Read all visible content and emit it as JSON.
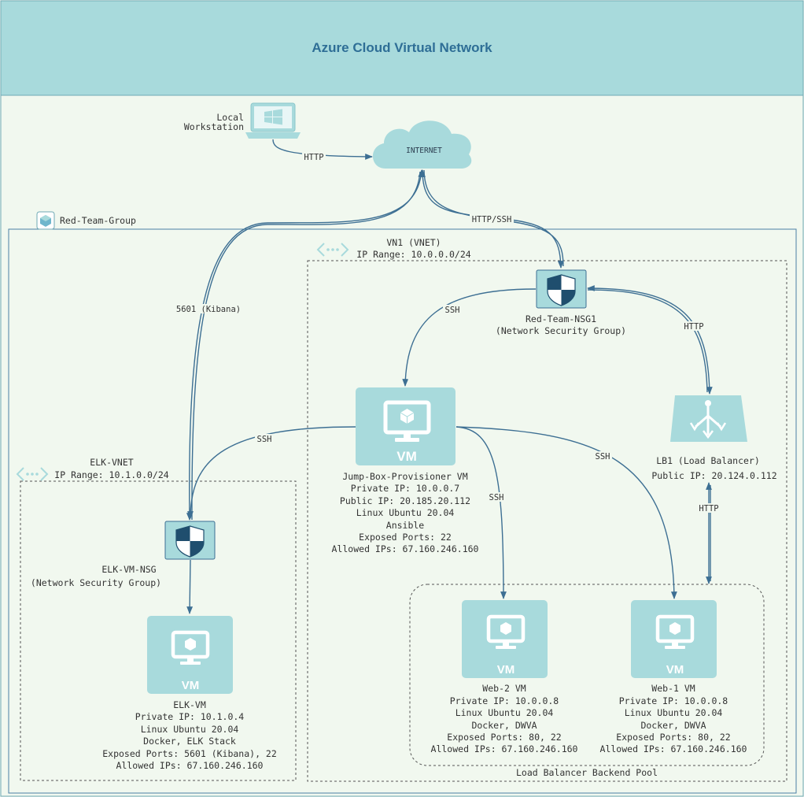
{
  "title": "Azure Cloud Virtual Network",
  "nodes": {
    "workstation": {
      "label_lines": [
        "Local",
        "Workstation"
      ]
    },
    "internet": {
      "label": "INTERNET"
    },
    "resource_group": {
      "label": "Red-Team-Group"
    },
    "vnet1": {
      "name": "VN1 (VNET)",
      "ip_range": "IP Range: 10.0.0.0/24"
    },
    "elk_vnet": {
      "name": "ELK-VNET",
      "ip_range": "IP Range: 10.1.0.0/24"
    },
    "nsg1": {
      "label_lines": [
        "Red-Team-NSG1",
        "(Network Security Group)"
      ]
    },
    "elk_nsg": {
      "label_lines": [
        "ELK-VM-NSG",
        "(Network Security Group)"
      ]
    },
    "jump_box": {
      "icon_text": "VM",
      "label_lines": [
        "Jump-Box-Provisioner VM",
        "Private IP: 10.0.0.7",
        "Public IP: 20.185.20.112",
        "Linux Ubuntu 20.04",
        "Ansible",
        "Exposed Ports: 22",
        "Allowed IPs: 67.160.246.160"
      ]
    },
    "elk_vm": {
      "icon_text": "VM",
      "label_lines": [
        "ELK-VM",
        "Private IP: 10.1.0.4",
        "Linux Ubuntu 20.04",
        "Docker, ELK Stack",
        "Exposed Ports: 5601 (Kibana), 22",
        "Allowed IPs: 67.160.246.160"
      ]
    },
    "lb1": {
      "label_lines": [
        "LB1 (Load Balancer)",
        "Public IP: 20.124.0.112"
      ]
    },
    "web2": {
      "icon_text": "VM",
      "label_lines": [
        "Web-2 VM",
        "Private IP: 10.0.0.8",
        "Linux Ubuntu 20.04",
        "Docker, DWVA",
        "Exposed Ports: 80, 22",
        "Allowed IPs: 67.160.246.160"
      ]
    },
    "web1": {
      "icon_text": "VM",
      "label_lines": [
        "Web-1 VM",
        "Private IP: 10.0.0.8",
        "Linux Ubuntu 20.04",
        "Docker, DWVA",
        "Exposed Ports: 80, 22",
        "Allowed IPs: 67.160.246.160"
      ]
    },
    "backend_pool": {
      "label": "Load Balancer Backend Pool"
    }
  },
  "edges": [
    {
      "id": "ws-internet",
      "label": "HTTP"
    },
    {
      "id": "internet-nsg1",
      "label": "HTTP/SSH"
    },
    {
      "id": "internet-elknsg",
      "label": "5601 (Kibana)"
    },
    {
      "id": "nsg1-jumpbox",
      "label": "SSH"
    },
    {
      "id": "nsg1-lb1",
      "label": "HTTP"
    },
    {
      "id": "lb1-pool",
      "label": "HTTP"
    },
    {
      "id": "jumpbox-elknsg",
      "label": "SSH"
    },
    {
      "id": "jumpbox-web2",
      "label": "SSH"
    },
    {
      "id": "jumpbox-web1",
      "label": "SSH"
    }
  ],
  "colors": {
    "header_bg": "#a8dadc",
    "canvas_bg": "#f1f8ef",
    "icon_fill": "#a8dadc",
    "edge": "#3d6f93",
    "title": "#2e6e96"
  }
}
